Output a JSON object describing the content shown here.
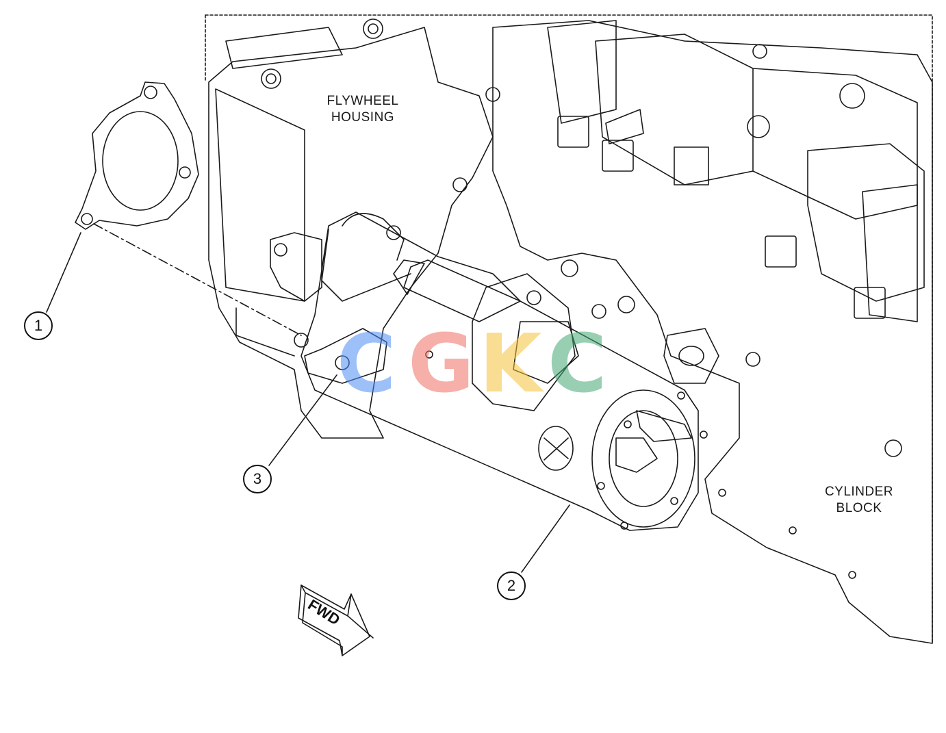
{
  "labels": {
    "flywheel_line1": "FLYWHEEL",
    "flywheel_line2": "HOUSING",
    "cylinder_line1": "CYLINDER",
    "cylinder_line2": "BLOCK",
    "fwd": "FWD"
  },
  "callouts": [
    "1",
    "2",
    "3"
  ],
  "watermark": {
    "letters": [
      "C",
      "G",
      "K",
      "C"
    ],
    "colors": [
      "#4f8df5",
      "#ef6f63",
      "#f3c33a",
      "#45a874"
    ]
  },
  "line_color": "#1a1a1a"
}
